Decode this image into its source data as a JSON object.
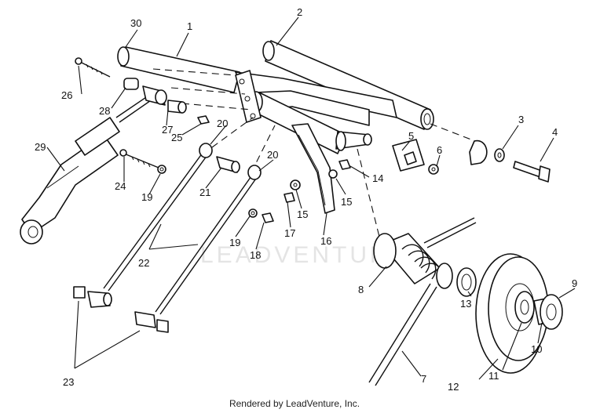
{
  "watermark": "LEADVENTURE",
  "footer": "Rendered by LeadVenture, Inc.",
  "callouts": {
    "n1": "1",
    "n2": "2",
    "n3": "3",
    "n4": "4",
    "n5": "5",
    "n6": "6",
    "n7": "7",
    "n8": "8",
    "n9": "9",
    "n10": "10",
    "n11": "11",
    "n12": "12",
    "n13": "13",
    "n14": "14",
    "n15a": "15",
    "n15b": "15",
    "n16": "16",
    "n17": "17",
    "n18": "18",
    "n19a": "19",
    "n19b": "19",
    "n20a": "20",
    "n20b": "20",
    "n21": "21",
    "n22": "22",
    "n23": "23",
    "n24": "24",
    "n25": "25",
    "n26": "26",
    "n27": "27",
    "n28": "28",
    "n29": "29",
    "n30": "30"
  }
}
